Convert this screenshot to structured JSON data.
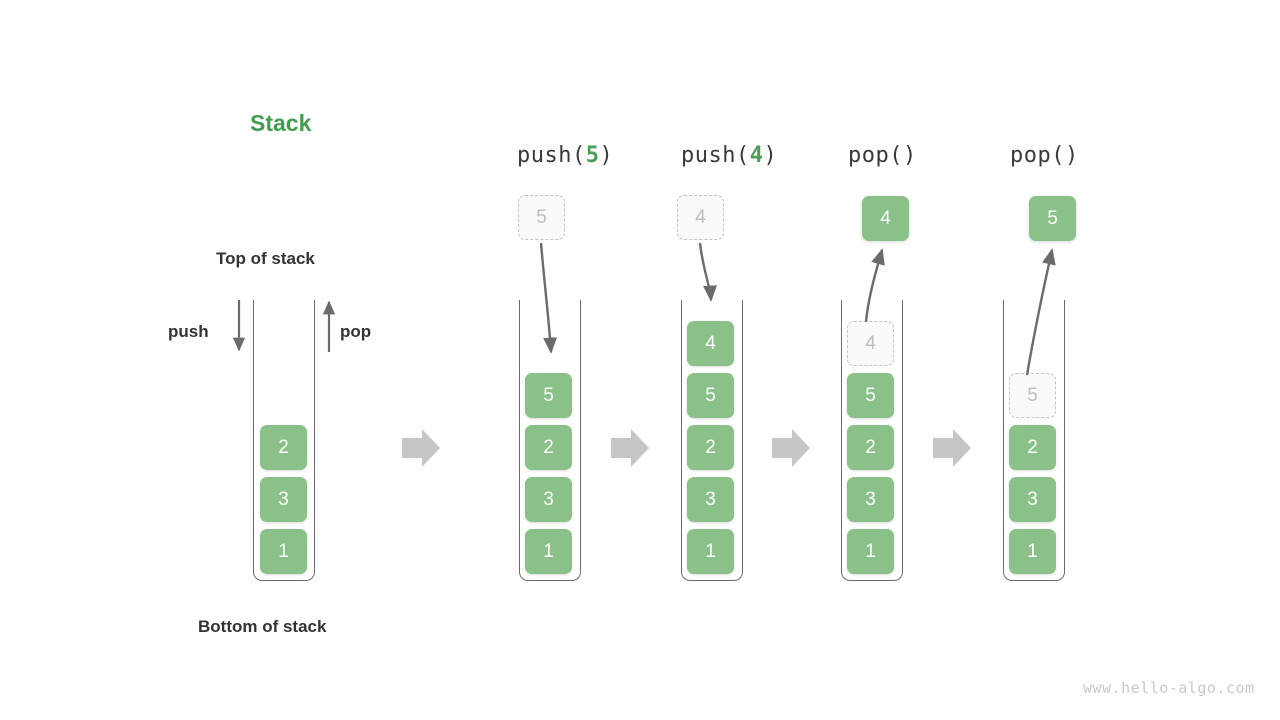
{
  "title": "Stack",
  "labels": {
    "top_of_stack": "Top of stack",
    "bottom_of_stack": "Bottom of stack",
    "push": "push",
    "pop": "pop"
  },
  "watermark": "www.hello-algo.com",
  "colors": {
    "cell_green": "#89c189",
    "title_green": "#3f9e4d",
    "arg_green": "#4a9e55",
    "ghost_fill": "#fafafa",
    "ghost_border": "#c4c4c4",
    "ghost_text": "#bdbdbd",
    "vessel_stroke": "#6b6b6b",
    "transition_arrow": "#c6c6c6",
    "text_dark": "#333333",
    "watermark_gray": "#c9c9c9"
  },
  "panels": [
    {
      "id": "initial",
      "header": null,
      "header_op": null,
      "header_arg": null,
      "stack": [
        "2",
        "3",
        "1"
      ],
      "floating": null,
      "ghost_in_stack": null,
      "ghost_above": null
    },
    {
      "id": "push-5",
      "header_op": "push(",
      "header_arg": "5",
      "header_tail": ")",
      "stack": [
        "5",
        "2",
        "3",
        "1"
      ],
      "floating": null,
      "ghost_in_stack": null,
      "ghost_above": "5"
    },
    {
      "id": "push-4",
      "header_op": "push(",
      "header_arg": "4",
      "header_tail": ")",
      "stack": [
        "4",
        "5",
        "2",
        "3",
        "1"
      ],
      "floating": null,
      "ghost_in_stack": null,
      "ghost_above": "4"
    },
    {
      "id": "pop-1",
      "header_op": "pop(",
      "header_arg": "",
      "header_tail": ")",
      "stack": [
        "5",
        "2",
        "3",
        "1"
      ],
      "floating": "4",
      "ghost_in_stack": "4",
      "ghost_above": null
    },
    {
      "id": "pop-2",
      "header_op": "pop(",
      "header_arg": "",
      "header_tail": ")",
      "stack": [
        "2",
        "3",
        "1"
      ],
      "floating": "5",
      "ghost_in_stack": "5",
      "ghost_above": null
    }
  ],
  "transition_arrows": 4
}
